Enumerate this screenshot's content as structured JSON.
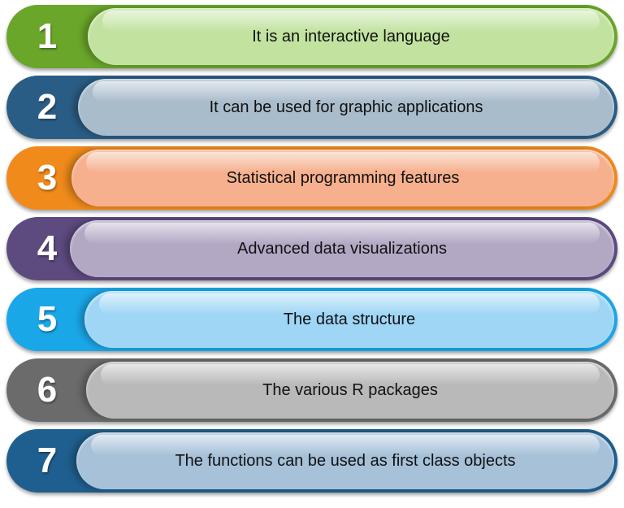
{
  "items": [
    {
      "number": "1",
      "label": "It is an interactive language",
      "accent": "#6aa62a",
      "pill": "#c2e3a0"
    },
    {
      "number": "2",
      "label": "It can be used for graphic applications",
      "accent": "#2a5d86",
      "pill": "#a9bccb"
    },
    {
      "number": "3",
      "label": "Statistical programming features",
      "accent": "#ef8a1b",
      "pill": "#f6b08d"
    },
    {
      "number": "4",
      "label": "Advanced data visualizations",
      "accent": "#5d4a7f",
      "pill": "#b3a8c4"
    },
    {
      "number": "5",
      "label": "The data structure",
      "accent": "#1aa7e8",
      "pill": "#9fd6f6"
    },
    {
      "number": "6",
      "label": "The various R packages",
      "accent": "#6b6b6b",
      "pill": "#b9b9b9"
    },
    {
      "number": "7",
      "label": "The functions can be used as first class objects",
      "accent": "#1f5f8f",
      "pill": "#a6c1d8"
    }
  ]
}
